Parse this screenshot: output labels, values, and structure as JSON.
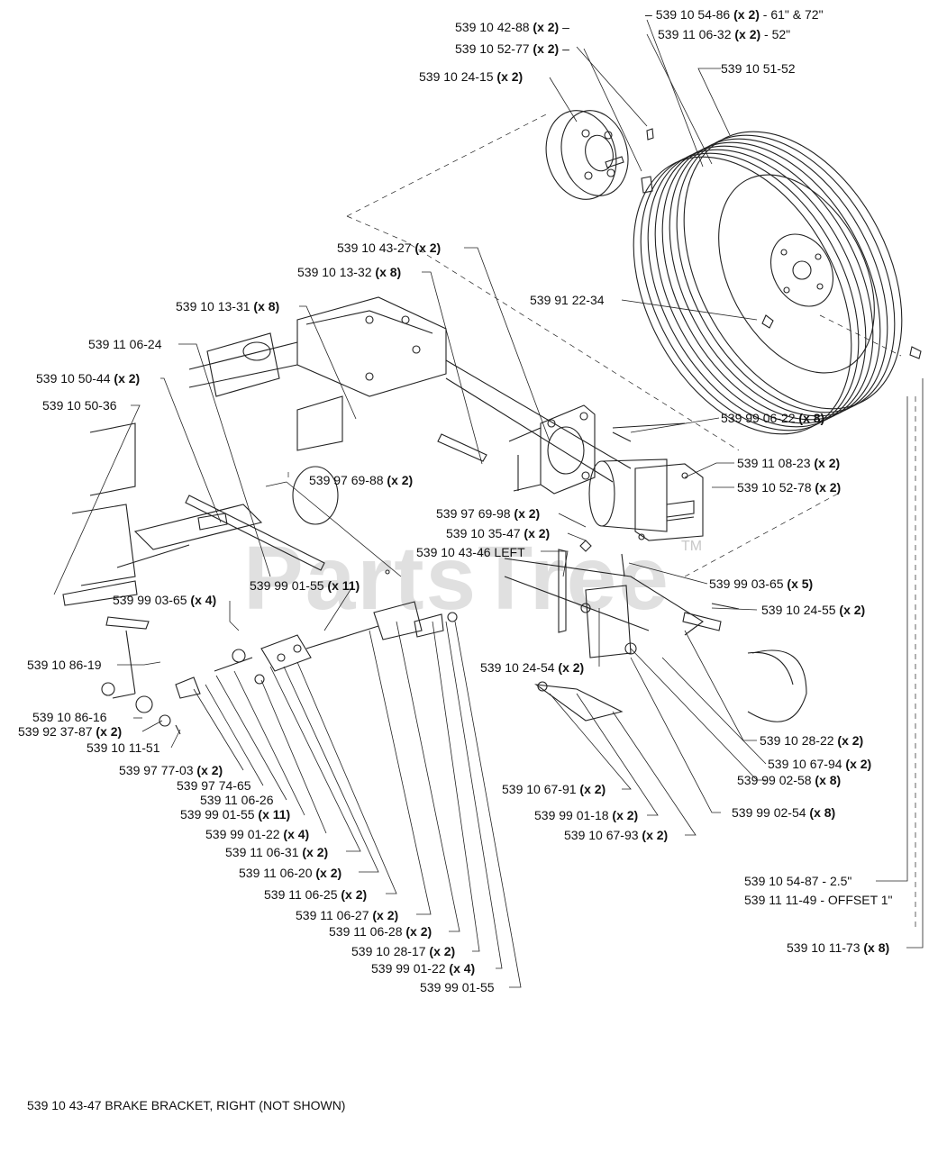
{
  "watermark": {
    "text": "PartsTree",
    "tm": "TM"
  },
  "footer_note": "539 10 43-47 BRAKE BRACKET, RIGHT (NOT SHOWN)",
  "callouts": [
    {
      "id": "c01",
      "part": "539 10 42-88",
      "qty": "(x 2)",
      "suffix": ""
    },
    {
      "id": "c02",
      "part": "539 10 52-77",
      "qty": "(x 2)",
      "suffix": ""
    },
    {
      "id": "c03",
      "part": "539 10 24-15",
      "qty": "(x 2)",
      "suffix": ""
    },
    {
      "id": "c04",
      "part": "539 10 54-86",
      "qty": "(x 2)",
      "suffix": " - 61\" & 72\""
    },
    {
      "id": "c05",
      "part": "539 11 06-32",
      "qty": "(x 2)",
      "suffix": " - 52\""
    },
    {
      "id": "c06",
      "part": "539 10 51-52",
      "qty": "",
      "suffix": ""
    },
    {
      "id": "c07",
      "part": "539 10 43-27",
      "qty": "(x 2)",
      "suffix": ""
    },
    {
      "id": "c08",
      "part": "539 10 13-32",
      "qty": "(x 8)",
      "suffix": ""
    },
    {
      "id": "c09",
      "part": "539 91 22-34",
      "qty": "",
      "suffix": ""
    },
    {
      "id": "c10",
      "part": "539 10 13-31",
      "qty": "(x 8)",
      "suffix": ""
    },
    {
      "id": "c11",
      "part": "539 11 06-24",
      "qty": "",
      "suffix": ""
    },
    {
      "id": "c12",
      "part": "539 10 50-44",
      "qty": "(x 2)",
      "suffix": ""
    },
    {
      "id": "c13",
      "part": "539 10 50-36",
      "qty": "",
      "suffix": ""
    },
    {
      "id": "c14",
      "part": "539 99 06-22",
      "qty": "(x 8)",
      "suffix": ""
    },
    {
      "id": "c15",
      "part": "539 11 08-23",
      "qty": "(x 2)",
      "suffix": ""
    },
    {
      "id": "c16",
      "part": "539 10 52-78",
      "qty": "(x 2)",
      "suffix": ""
    },
    {
      "id": "c17",
      "part": "539 97 69-88",
      "qty": "(x 2)",
      "suffix": ""
    },
    {
      "id": "c18",
      "part": "539 97 69-98",
      "qty": "(x 2)",
      "suffix": ""
    },
    {
      "id": "c19",
      "part": "539 10 35-47",
      "qty": "(x 2)",
      "suffix": ""
    },
    {
      "id": "c20",
      "part": "539 10 43-46 LEFT",
      "qty": "",
      "suffix": ""
    },
    {
      "id": "c21",
      "part": "539 99 03-65",
      "qty": "(x 5)",
      "suffix": ""
    },
    {
      "id": "c22",
      "part": "539 99 03-65",
      "qty": "(x 4)",
      "suffix": ""
    },
    {
      "id": "c23",
      "part": "539 99 01-55",
      "qty": "(x 11)",
      "suffix": ""
    },
    {
      "id": "c24",
      "part": "539 10 24-55",
      "qty": "(x 2)",
      "suffix": ""
    },
    {
      "id": "c25",
      "part": "539 10 86-19",
      "qty": "",
      "suffix": ""
    },
    {
      "id": "c26",
      "part": "539 10 24-54",
      "qty": "(x 2)",
      "suffix": ""
    },
    {
      "id": "c27",
      "part": "539 10 86-16",
      "qty": "",
      "suffix": ""
    },
    {
      "id": "c28",
      "part": "539 92 37-87",
      "qty": "(x 2)",
      "suffix": ""
    },
    {
      "id": "c29",
      "part": "539 10 11-51",
      "qty": "",
      "suffix": ""
    },
    {
      "id": "c30",
      "part": "539 10 28-22",
      "qty": "(x 2)",
      "suffix": ""
    },
    {
      "id": "c31",
      "part": "539 10 67-94",
      "qty": "(x 2)",
      "suffix": ""
    },
    {
      "id": "c32",
      "part": "539 99 02-58",
      "qty": "(x 8)",
      "suffix": ""
    },
    {
      "id": "c33",
      "part": "539 97 77-03",
      "qty": "(x 2)",
      "suffix": ""
    },
    {
      "id": "c34",
      "part": "539 97 74-65",
      "qty": "",
      "suffix": ""
    },
    {
      "id": "c35",
      "part": "539 11 06-26",
      "qty": "",
      "suffix": ""
    },
    {
      "id": "c36",
      "part": "539 99 01-55",
      "qty": "(x 11)",
      "suffix": ""
    },
    {
      "id": "c37",
      "part": "539 10 67-91",
      "qty": "(x 2)",
      "suffix": ""
    },
    {
      "id": "c38",
      "part": "539 99 02-54",
      "qty": "(x 8)",
      "suffix": ""
    },
    {
      "id": "c39",
      "part": "539 99 01-18",
      "qty": "(x 2)",
      "suffix": ""
    },
    {
      "id": "c40",
      "part": "539 99 01-22",
      "qty": "(x 4)",
      "suffix": ""
    },
    {
      "id": "c41",
      "part": "539 10 67-93",
      "qty": "(x 2)",
      "suffix": ""
    },
    {
      "id": "c42",
      "part": "539 11 06-31",
      "qty": "(x 2)",
      "suffix": ""
    },
    {
      "id": "c43",
      "part": "539 11 06-20",
      "qty": "(x 2)",
      "suffix": ""
    },
    {
      "id": "c44",
      "part": "539 10 54-87",
      "qty": "",
      "suffix": " - 2.5\""
    },
    {
      "id": "c45",
      "part": "539 11 06-25",
      "qty": "(x 2)",
      "suffix": ""
    },
    {
      "id": "c46",
      "part": "539 11 11-49",
      "qty": "",
      "suffix": " - OFFSET 1\""
    },
    {
      "id": "c47",
      "part": "539 11 06-27",
      "qty": "(x 2)",
      "suffix": ""
    },
    {
      "id": "c48",
      "part": "539 11 06-28",
      "qty": "(x 2)",
      "suffix": ""
    },
    {
      "id": "c49",
      "part": "539 10 11-73",
      "qty": "(x 8)",
      "suffix": ""
    },
    {
      "id": "c50",
      "part": "539 10 28-17",
      "qty": "(x 2)",
      "suffix": ""
    },
    {
      "id": "c51",
      "part": "539 99 01-22",
      "qty": "(x 4)",
      "suffix": ""
    },
    {
      "id": "c52",
      "part": "539 99 01-55",
      "qty": "",
      "suffix": ""
    }
  ]
}
